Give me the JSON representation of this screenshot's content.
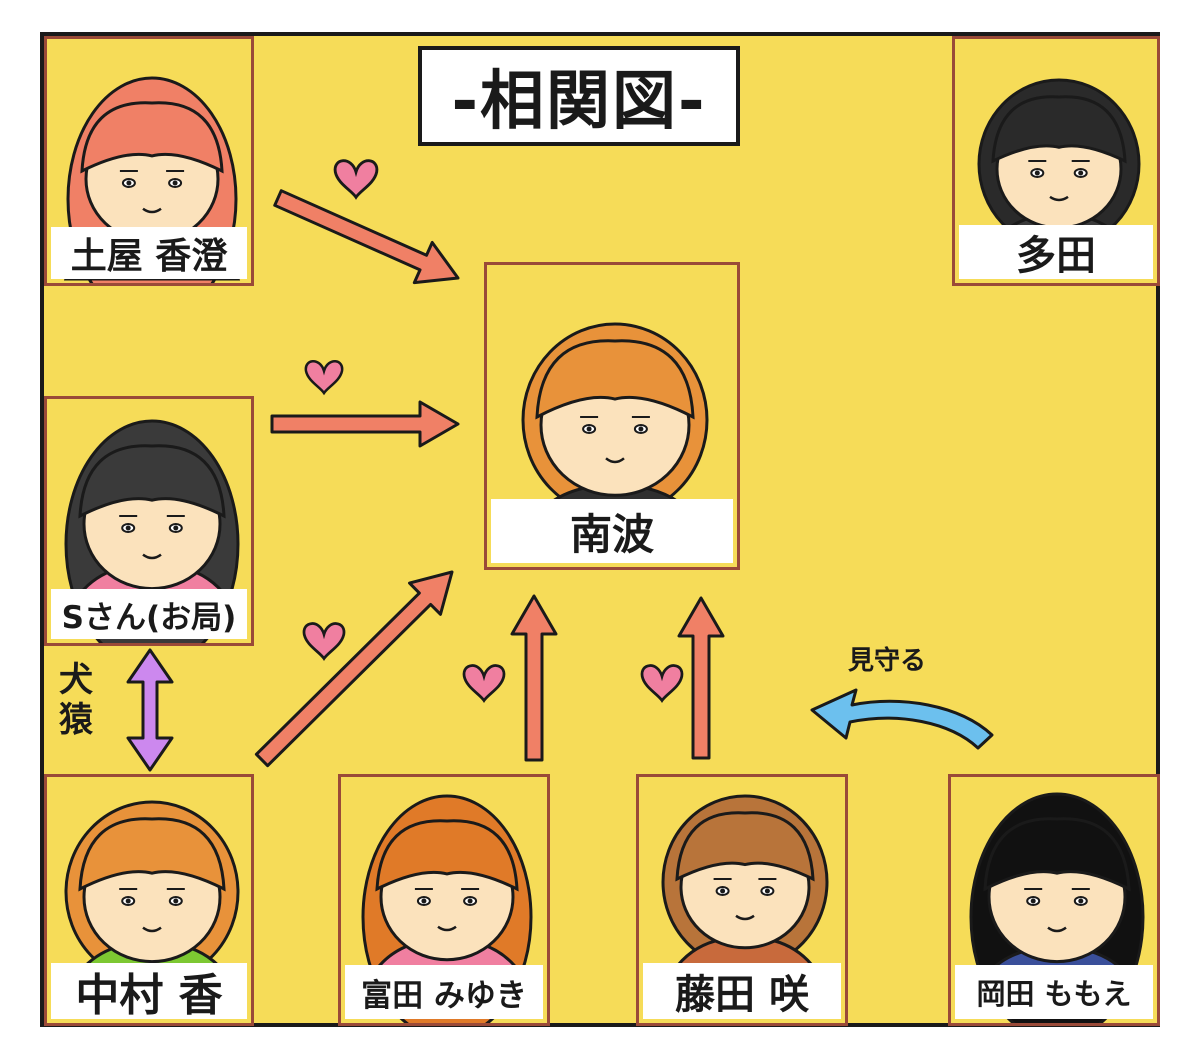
{
  "title": "-相関図-",
  "people": {
    "tsuchiya": {
      "name": "土屋 香澄",
      "hair": "#f08066",
      "shirt": "#5ab3e8"
    },
    "ta": {
      "name": "多田",
      "hair": "#2a2a2a",
      "shirt": "#3a3a3a",
      "tie": "#7dc832"
    },
    "nanba": {
      "name": "南波",
      "hair": "#e8923a",
      "shirt": "#2f2f2f"
    },
    "s_san": {
      "name": "Sさん(お局)",
      "hair": "#3a3a3a",
      "shirt": "#f07fa0"
    },
    "nakamura": {
      "name": "中村 香",
      "hair": "#e8923a",
      "shirt": "#7dc832"
    },
    "tomita": {
      "name": "富田 みゆき",
      "hair": "#e07a28",
      "shirt": "#f07fa0"
    },
    "fujita": {
      "name": "藤田 咲",
      "hair": "#b8743a",
      "shirt": "#c86a3c"
    },
    "okada": {
      "name": "岡田 ももえ",
      "hair": "#111111",
      "shirt": "#3a4f9a"
    }
  },
  "relations": {
    "kenen_label": "犬猿",
    "mimamoru_label": "見守る"
  },
  "colors": {
    "background": "#f6dc58",
    "love_arrow": "#f08066",
    "heart": "#f07fa0",
    "rival_arrow": "#cc88ee",
    "watch_arrow": "#6cc0ee",
    "skin": "#fbe2bc",
    "card_border": "#9a4a38"
  }
}
